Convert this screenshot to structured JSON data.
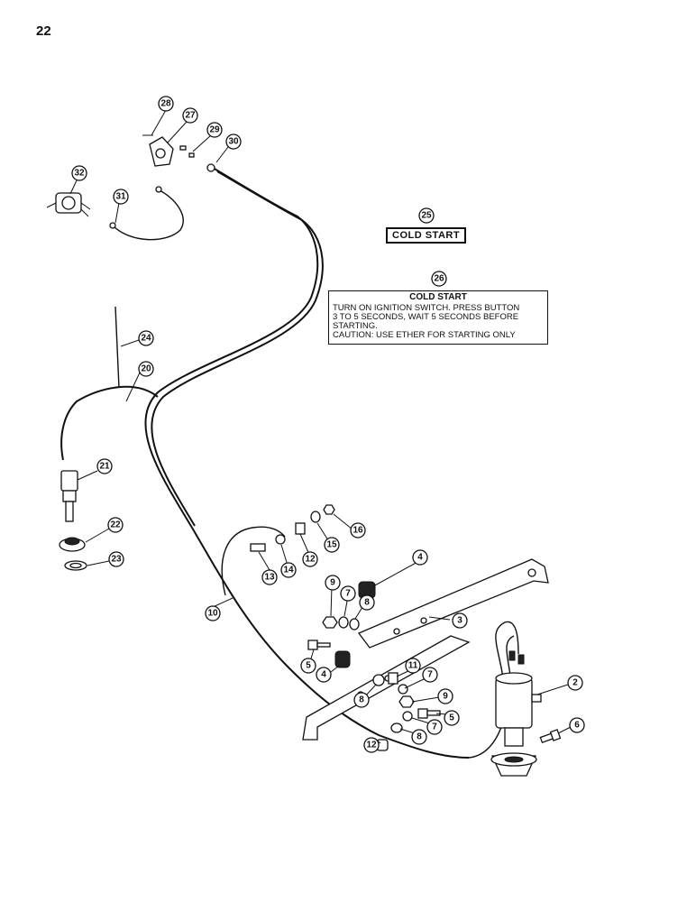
{
  "page_number": "22",
  "cold_start_label": "COLD START",
  "decal": {
    "title": "COLD START",
    "body": "TURN ON IGNITION SWITCH. PRESS BUTTON\n3 TO 5 SECONDS, WAIT 5 SECONDS BEFORE\nSTARTING.\nCAUTION: USE ETHER FOR STARTING ONLY"
  },
  "callouts": {
    "c2": "2",
    "c3": "3",
    "c4a": "4",
    "c4b": "4",
    "c5a": "5",
    "c5b": "5",
    "c6": "6",
    "c7a": "7",
    "c7b": "7",
    "c7c": "7",
    "c8a": "8",
    "c8b": "8",
    "c8c": "8",
    "c9a": "9",
    "c9b": "9",
    "c10": "10",
    "c11": "11",
    "c12a": "12",
    "c12b": "12",
    "c13": "13",
    "c14": "14",
    "c15": "15",
    "c16": "16",
    "c20": "20",
    "c21": "21",
    "c22": "22",
    "c23": "23",
    "c24": "24",
    "c25": "25",
    "c26": "26",
    "c27": "27",
    "c28": "28",
    "c29": "29",
    "c30": "30",
    "c31": "31",
    "c32": "32"
  }
}
